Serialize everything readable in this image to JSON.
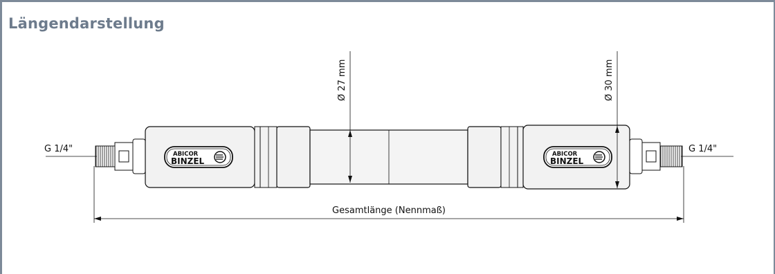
{
  "title": "Längendarstellung",
  "labels": {
    "diameter_center": "Ø 27 mm",
    "diameter_right": "Ø 30 mm",
    "thread_left": "G 1/4\"",
    "thread_right": "G 1/4\"",
    "total_length": "Gesamtlänge (Nennmaß)"
  },
  "logo": {
    "line1": "ABICOR",
    "line2": "BINZEL"
  },
  "colors": {
    "title": "#6d7b8c",
    "frame": "#7d8a99",
    "body_fill": "#f2f2f2",
    "line": "#111111"
  }
}
